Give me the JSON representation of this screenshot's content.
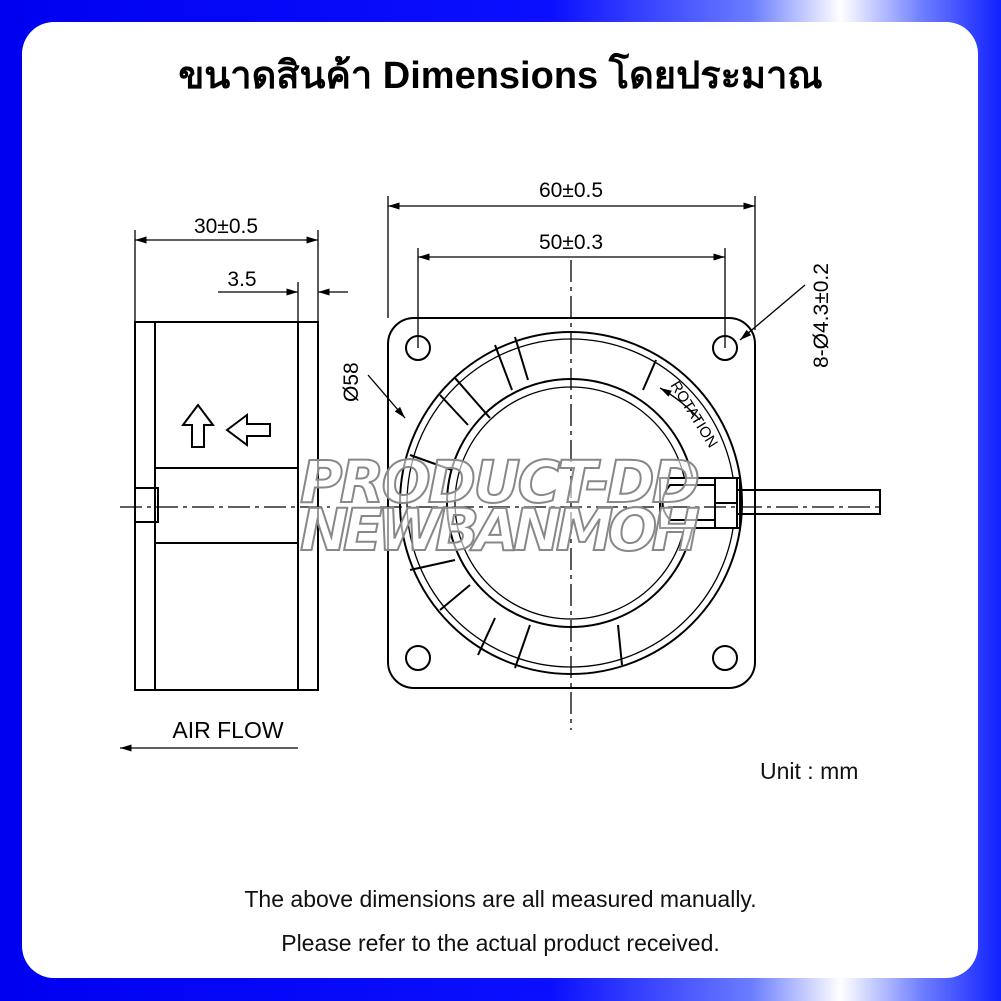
{
  "title": "ขนาดสินค้า Dimensions โดยประมาณ",
  "side_view": {
    "width_label": "30±0.5",
    "offset_label": "3.5",
    "airflow_label": "AIR FLOW"
  },
  "front_view": {
    "overall_label": "60±0.5",
    "hole_spacing_label": "50±0.3",
    "hole_label": "8-Ø4.3±0.2",
    "diameter_label": "Ø58",
    "rotation_label": "ROTATION"
  },
  "unit_label": "Unit : mm",
  "footer": {
    "line1": "The above dimensions are all measured manually.",
    "line2": "Please refer to the actual product received."
  },
  "watermark": [
    "PRODUCT-DD",
    "NEWBANMOH"
  ],
  "colors": {
    "frame": "#0000f0",
    "line": "#000000"
  }
}
